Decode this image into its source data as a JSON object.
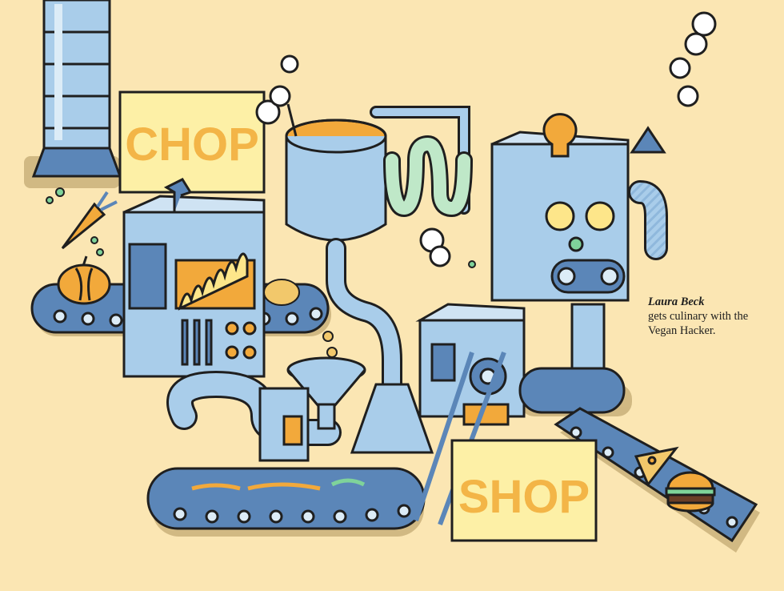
{
  "signs": {
    "chop": "CHOP",
    "shop": "SHOP"
  },
  "caption": {
    "author": "Laura Beck",
    "blurb": "gets culinary with the Vegan Hacker."
  },
  "colors": {
    "background": "#fbe6b3",
    "machine_blue": "#a9cdea",
    "belt_blue": "#5b86b8",
    "outline": "#1f1f1f",
    "sign_yellow": "#fdf0a6",
    "sign_text": "#f3b547",
    "flame_orange": "#f2a93b",
    "shadow": "#c9b07a"
  }
}
